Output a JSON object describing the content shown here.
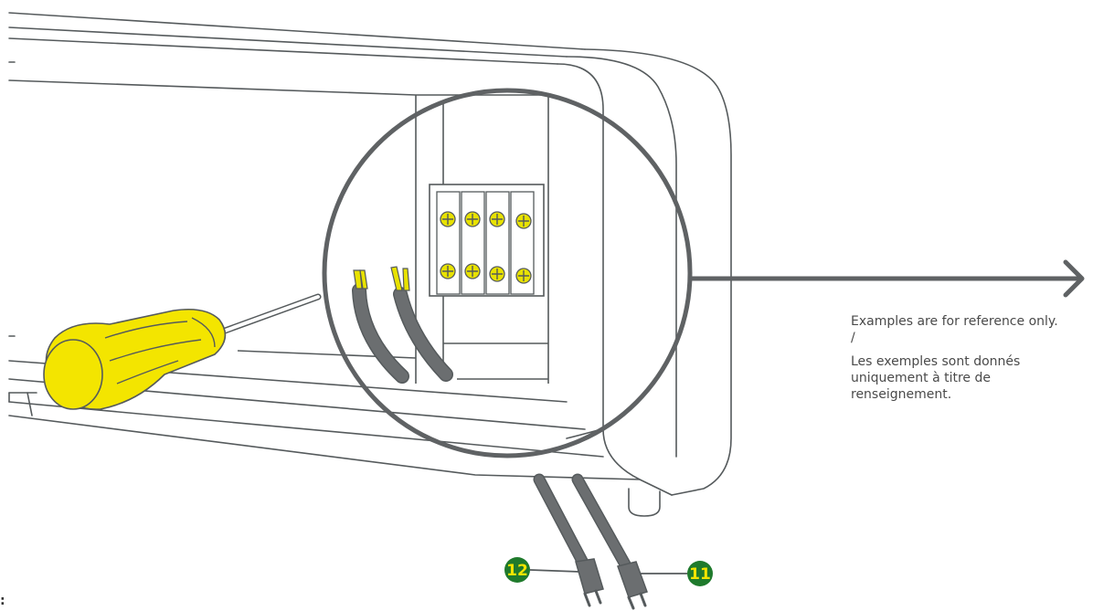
{
  "callouts": [
    {
      "id": "12",
      "label": "12"
    },
    {
      "id": "11",
      "label": "11"
    }
  ],
  "note": {
    "english": "Examples are for reference only. /",
    "french": "Les exemples sont donnés uniquement à titre de renseignement."
  },
  "corner_mark": ":",
  "colors": {
    "stroke": "#555a5c",
    "zoom_circle": "#5f6264",
    "screwdriver_yellow": "#f3e500",
    "terminal_screw_yellow": "#e8e200",
    "callout_green": "#1f7a2c",
    "callout_text": "#f3e500",
    "wire_gray": "#6b6e70"
  },
  "icons": {
    "arrow": "chevron-right-arrow-icon",
    "tool": "screwdriver-icon"
  }
}
